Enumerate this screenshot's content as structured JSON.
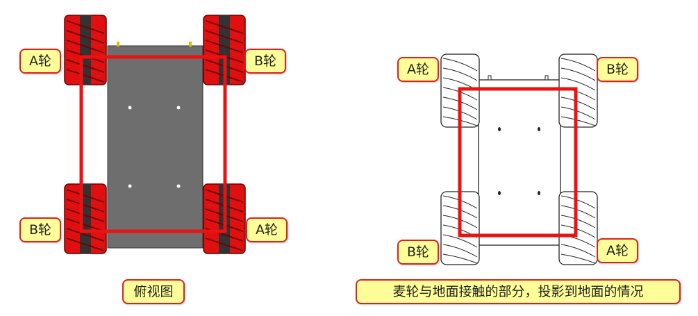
{
  "left_view": {
    "wheel_labels": {
      "top_left": "A轮",
      "top_right": "B轮",
      "bottom_left": "B轮",
      "bottom_right": "A轮"
    },
    "caption": "俯视图"
  },
  "right_view": {
    "wheel_labels": {
      "top_left": "A轮",
      "top_right": "B轮",
      "bottom_left": "B轮",
      "bottom_right": "A轮"
    },
    "caption": "麦轮与地面接触的部分，投影到地面的情况"
  },
  "colors": {
    "wheel_red": "#e01010",
    "chassis_gray": "#6e6e6e",
    "highlight_red": "#ee1111",
    "label_fill": "#ffff99"
  }
}
